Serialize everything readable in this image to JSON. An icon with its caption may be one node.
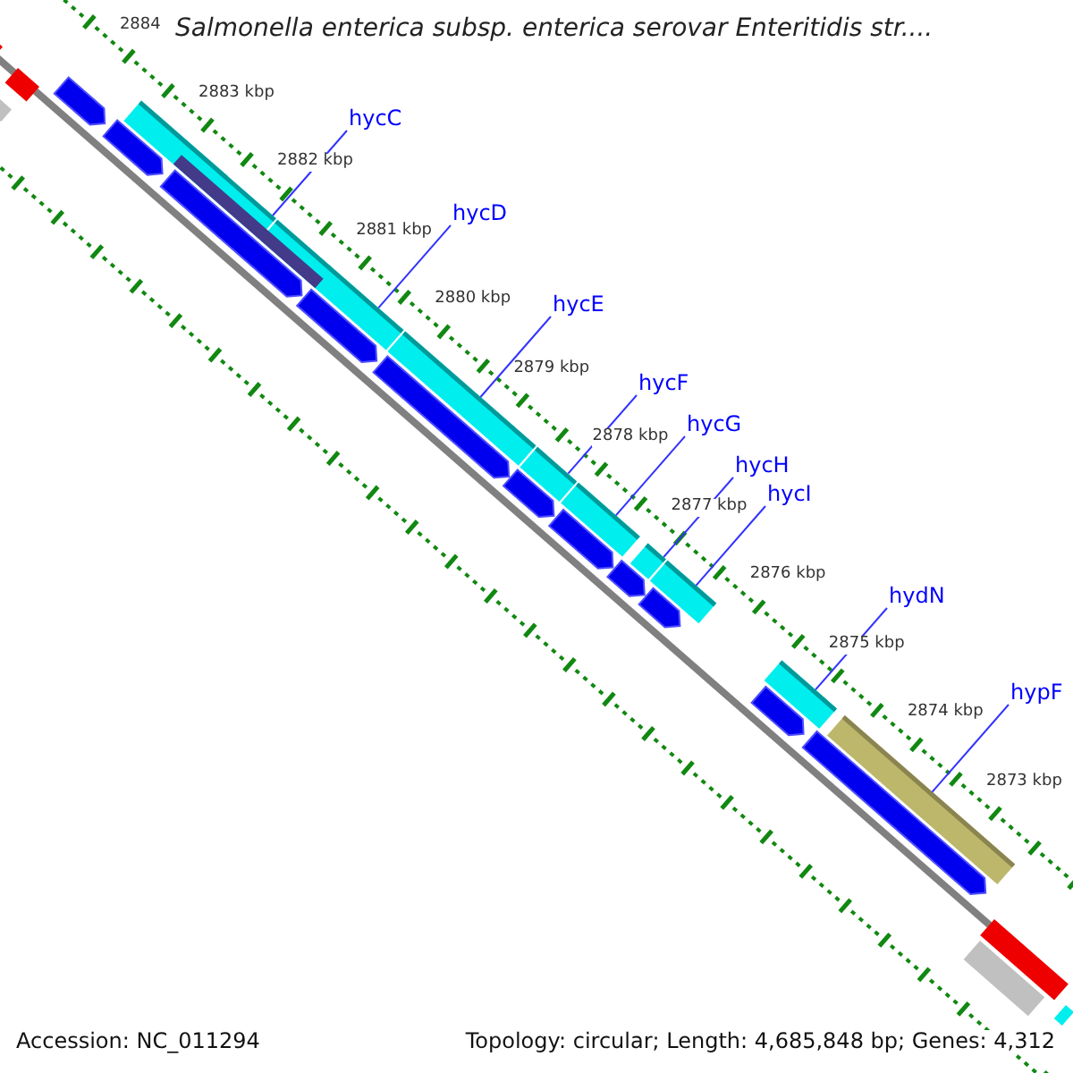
{
  "diagram": {
    "title": "Salmonella enterica subsp. enterica serovar Enteritidis str....",
    "nodes": [
      {
        "text": [
          "hycC"
        ]
      },
      {
        "text": [
          "hycD"
        ]
      },
      {
        "text": [
          "hycE"
        ]
      },
      {
        "text": [
          "hycF"
        ]
      },
      {
        "text": [
          "hycG"
        ]
      },
      {
        "text": [
          "hycH"
        ]
      },
      {
        "text": [
          "hycI"
        ]
      },
      {
        "text": [
          "hydN"
        ]
      },
      {
        "text": [
          "hypF"
        ]
      },
      {
        "text": [],
        "shape": "bar"
      },
      {
        "text": [],
        "shape": "bar"
      },
      {
        "text": [],
        "shape": "bar"
      },
      {
        "text": [],
        "shape": "bar"
      },
      {
        "text": [],
        "shape": "bar"
      },
      {
        "text": [],
        "shape": "bar"
      },
      {
        "text": [],
        "shape": "bar"
      },
      {
        "text": [],
        "shape": "bar"
      },
      {
        "text": [],
        "shape": "bar"
      },
      {
        "text": [],
        "shape": "bar"
      },
      {
        "text": [],
        "shape": "bar"
      },
      {
        "text": [],
        "shape": "bar"
      },
      {
        "text": [],
        "shape": "bar"
      },
      {
        "text": [],
        "shape": "bar"
      },
      {
        "text": [],
        "shape": "bar"
      },
      {
        "text": [],
        "shape": "bar"
      },
      {
        "text": [],
        "shape": "bar"
      },
      {
        "text": [],
        "shape": "bar"
      },
      {
        "text": [],
        "shape": "bar"
      },
      {
        "text": [],
        "shape": "bar"
      },
      {
        "text": [],
        "shape": "bar"
      },
      {
        "text": [],
        "shape": "bar"
      },
      {
        "text": [],
        "shape": "bar"
      },
      {
        "text": [],
        "shape": "bar"
      },
      {
        "text": [],
        "shape": "bar"
      },
      {
        "text": [],
        "shape": "bar"
      },
      {
        "text": [],
        "shape": "bar"
      }
    ],
    "edges": [
      {
        "from": 0,
        "to": 9,
        "arrow": "none"
      },
      {
        "from": 1,
        "to": 10,
        "arrow": "none"
      },
      {
        "from": 2,
        "to": 11,
        "arrow": "none"
      },
      {
        "from": 3,
        "to": 12,
        "arrow": "none"
      },
      {
        "from": 4,
        "to": 13,
        "arrow": "none"
      },
      {
        "from": 5,
        "to": 14,
        "arrow": "none"
      },
      {
        "from": 6,
        "to": 15,
        "arrow": "none"
      },
      {
        "from": 7,
        "to": 16,
        "arrow": "none"
      },
      {
        "from": 8,
        "to": 17,
        "arrow": "none"
      }
    ],
    "labels": [
      "2884",
      "2883 kbp",
      "2882 kbp",
      "2881 kbp",
      "2880 kbp",
      "2879 kbp",
      "2878 kbp",
      "2877 kbp",
      "2876 kbp",
      "2875 kbp",
      "2874 kbp",
      "2873 kbp",
      "Accession: NC_011294",
      "Topology: circular; Length: 4,685,848 bp; Genes: 4,312"
    ]
  }
}
